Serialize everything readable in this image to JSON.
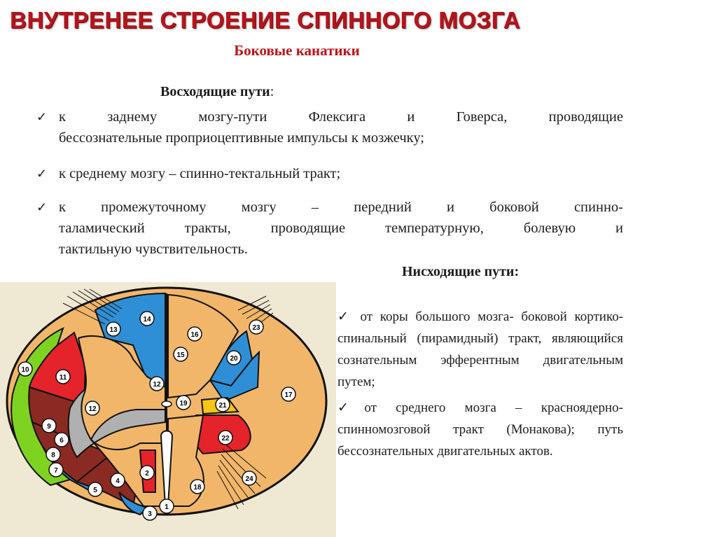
{
  "title": "ВНУТРЕНЕЕ СТРОЕНИЕ СПИННОГО МОЗГА",
  "subtitle": "Боковые канатики",
  "ascending": {
    "heading": "Восходящие пути",
    "heading_suffix": ":",
    "items": [
      {
        "line1": "к заднему мозгу-пути Флексига и Говерса, проводящие",
        "line2": "бессознательные проприоцептивные импульсы к мозжечку;"
      },
      {
        "line1": "к среднему мозгу – спинно-тектальный тракт;"
      },
      {
        "line1": "к промежуточному мозгу – передний и боковой спинно-",
        "line2": "таламический тракты, проводящие температурную, болевую и",
        "line3": "тактильную чувствительность."
      }
    ]
  },
  "descending": {
    "heading": "Нисходящие пути:",
    "items": [
      {
        "lines": [
          "от коры большого мозга- боковой",
          "кортико-спинальный (пирамидный)",
          "тракт, являющийся сознательным",
          "эфферентным двигательным путем;"
        ]
      },
      {
        "lines": [
          "от среднего мозга – красноядерно-",
          "спинномозговой тракт (Монакова);",
          "путь бессознательных двигательных",
          "актов."
        ]
      }
    ]
  },
  "diagram": {
    "labels": [
      "1",
      "2",
      "3",
      "4",
      "5",
      "6",
      "7",
      "8",
      "9",
      "10",
      "11",
      "12",
      "12",
      "13",
      "14",
      "15",
      "16",
      "17",
      "18",
      "19",
      "20",
      "21",
      "22",
      "23",
      "24"
    ],
    "colors": {
      "gray_matter": "#f2b66a",
      "blue": "#2f8fd6",
      "red": "#e5232a",
      "dark_red": "#8b2a22",
      "green": "#7ed321",
      "yellow": "#f5c518",
      "gray": "#b0b0b0",
      "background": "#efe8d2"
    }
  }
}
